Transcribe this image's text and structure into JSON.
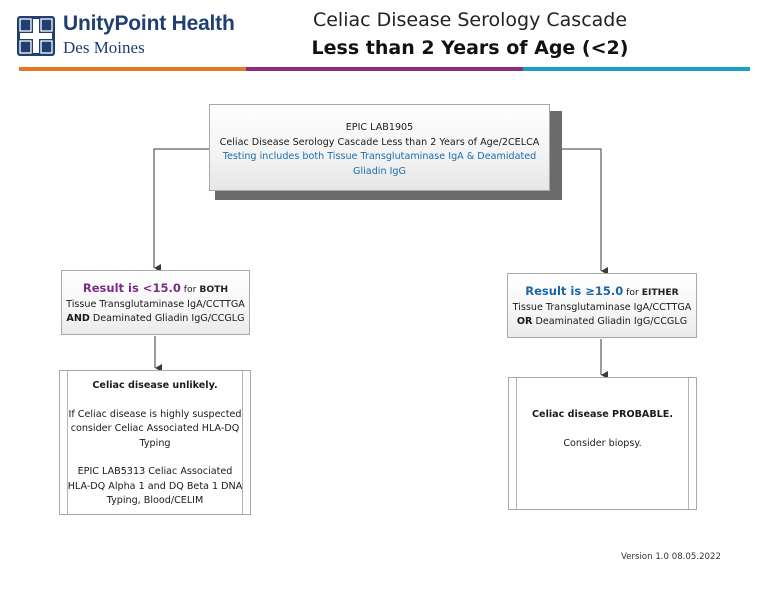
{
  "header": {
    "brand_name": "UnityPoint Health",
    "brand_sub": "Des Moines",
    "title": "Celiac Disease Serology Cascade",
    "subtitle": "Less than 2 Years of Age (<2)",
    "logo_icon": "hospital-cross-icon",
    "colors": {
      "brand": "#1f3f73",
      "band_orange": "#e87722",
      "band_purple": "#8a2d7e",
      "band_teal": "#1aa0c4"
    }
  },
  "top_box": {
    "line1": "EPIC LAB1905",
    "line2": "Celiac Disease Serology Cascade Less than 2 Years of Age/2CELCA",
    "line3": "Testing includes both Tissue Transglutaminase IgA & Deamidated",
    "line4": "Gliadin IgG"
  },
  "left_result": {
    "headline": "Result is <15.0",
    "for_word": " for ",
    "qualifier": "BOTH",
    "line2": "Tissue Transglutaminase IgA/CCTTGA",
    "connector": "AND",
    "line3_rest": " Deaminated Gliadin IgG/CCGLG"
  },
  "right_result": {
    "headline": "Result is ≥15.0",
    "for_word": " for ",
    "qualifier": "EITHER",
    "line2": "Tissue Transglutaminase IgA/CCTTGA",
    "connector": "OR",
    "line3_rest": " Deaminated Gliadin IgG/CCGLG"
  },
  "left_outcome": {
    "heading": "Celiac disease unlikely.",
    "p1_l1": "If Celiac disease is highly suspected",
    "p1_l2": "consider Celiac Associated HLA-DQ",
    "p1_l3": "Typing",
    "p2_l1": "EPIC LAB5313 Celiac Associated",
    "p2_l2": "HLA-DQ Alpha 1 and DQ Beta 1 DNA",
    "p2_l3": "Typing, Blood/CELIM"
  },
  "right_outcome": {
    "heading": "Celiac disease PROBABLE.",
    "line1": "Consider biopsy."
  },
  "footer": {
    "version": "Version 1.0 08.05.2022"
  }
}
